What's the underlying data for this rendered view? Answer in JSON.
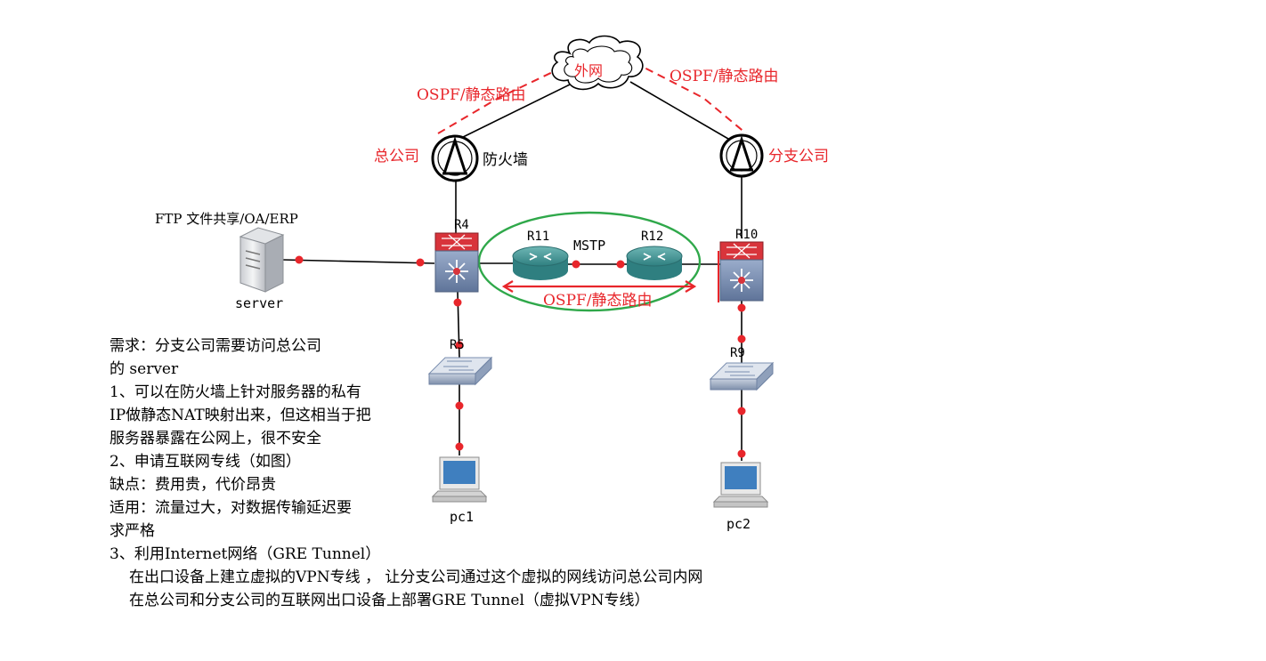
{
  "cloud": {
    "label": "外网"
  },
  "links": {
    "ospf_left": "OSPF/静态路由",
    "ospf_right": "OSPF/静态路由",
    "ospf_mid": "OSPF/静态路由",
    "mstp": "MSTP"
  },
  "sites": {
    "hq": "总公司",
    "firewall": "防火墙",
    "branch": "分支公司"
  },
  "devices": {
    "r4": "R4",
    "r10": "R10",
    "r11": "R11",
    "r12": "R12",
    "r5": "R5",
    "r9": "R9",
    "server": "server",
    "server_desc": "FTP 文件共享/OA/ERP",
    "pc1": "pc1",
    "pc2": "pc2"
  },
  "requirements": [
    "需求：分支公司需要访问总公司",
    "的 server",
    "1、可以在防火墙上针对服务器的私有",
    "IP做静态NAT映射出来，但这相当于把",
    "服务器暴露在公网上，很不安全",
    "2、申请互联网专线（如图）",
    "缺点：费用贵，代价昂贵",
    "适用：流量过大，对数据传输延迟要",
    "求严格",
    "3、利用Internet网络（GRE Tunnel）",
    "在出口设备上建立虚拟的VPN专线 ， 让分支公司通过这个虚拟的网线访问总公司内网",
    "在总公司和分支公司的互联网出口设备上部署GRE Tunnel（虚拟VPN专线）"
  ],
  "colors": {
    "accent_red": "#e8262b",
    "green_ring": "#2fa84a",
    "router_teal": "#3e8f8f",
    "switch_blue": "#7b8fb0"
  }
}
